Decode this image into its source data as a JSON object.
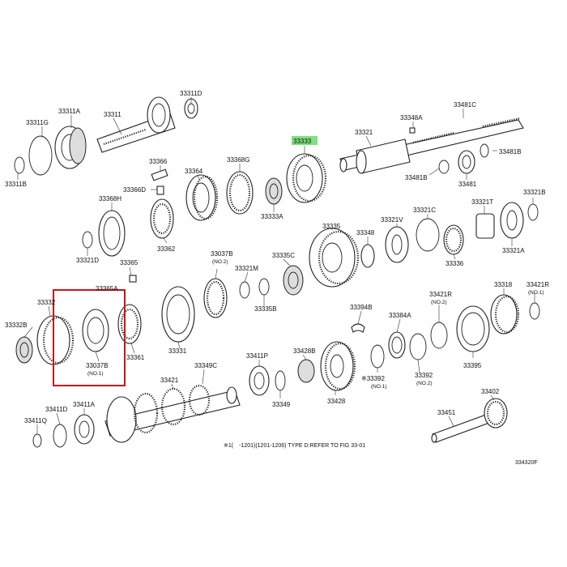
{
  "labels": {
    "p33311d": "33311D",
    "p33311a": "33311A",
    "p33311": "33311",
    "p33311g": "33311G",
    "p33311b": "33311B",
    "p33366": "33366",
    "p33366d": "33366D",
    "p33364": "33364",
    "p33368g": "33368G",
    "p33368h": "33368H",
    "p33362": "33362",
    "p33321d": "33321D",
    "p33333": "33333",
    "p33333a": "33333A",
    "p33348a": "33348A",
    "p33481c": "33481C",
    "p33321": "33321",
    "p33481b": "33481B",
    "p33481b2": "33481B",
    "p33481": "33481",
    "p33321b": "33321B",
    "p33321t": "33321T",
    "p33321a": "33321A",
    "p33321v": "33321V",
    "p33321c": "33321C",
    "p33335": "33335",
    "p33348": "33348",
    "p33336": "33336",
    "p33365": "33365",
    "p33037b_top": "33037B",
    "p33037b_top_sub": "(NO.2)",
    "p33321m": "33321M",
    "p33335c": "33335C",
    "p33335b": "33335B",
    "p33365a": "33365A",
    "p33332": "33332",
    "p33332b": "33332B",
    "p33037b_box": "33037B",
    "p33037b_box_sub": "(NO.1)",
    "p33361": "33361",
    "p33331": "33331",
    "p33394b": "33394B",
    "p33384a": "33384A",
    "p33421r": "33421R",
    "p33421r_sub": "(NO.2)",
    "p33318": "33318",
    "p33421r2": "33421R",
    "p33421r2_sub": "(NO.1)",
    "p33395": "33395",
    "p33392a": "※33392",
    "p33392a_sub": "(NO.1)",
    "p33392b": "33392",
    "p33392b_sub": "(NO.2)",
    "p33349c": "33349C",
    "p33411p": "33411P",
    "p33428b": "33428B",
    "p33428": "33428",
    "p33349": "33349",
    "p33421": "33421",
    "p33411d": "33411D",
    "p33411a": "33411A",
    "p33411q": "33411Q",
    "p33451": "33451",
    "p33402": "33402"
  },
  "footnote": "※1(　-1201)(1201-1206) TYPE D:REFER TO FIG 33-01",
  "figure_id": "334320F",
  "colors": {
    "highlight": "#7fe07f",
    "callout_box": "#c8151b",
    "line": "#222222"
  }
}
